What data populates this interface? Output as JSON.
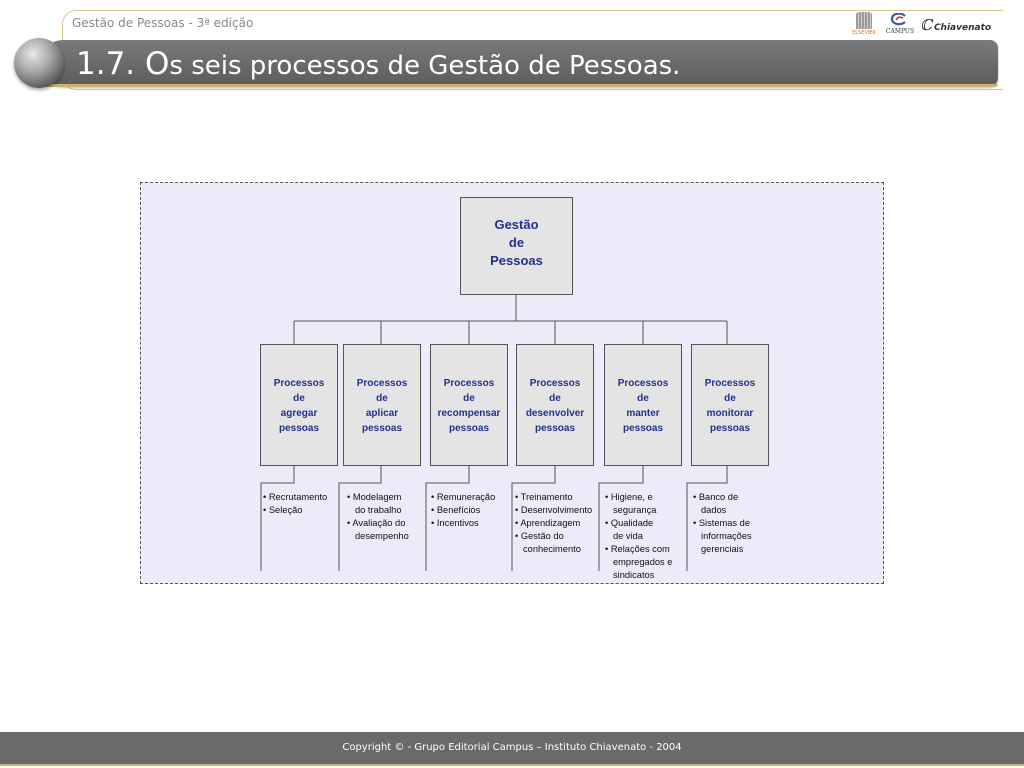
{
  "header": {
    "edition": "Gestão de Pessoas  - 3ª edição",
    "title_prefix": "1.7. O",
    "title_rest": "s seis processos de Gestão de Pessoas."
  },
  "logos": {
    "elsevier": "ELSEVIER",
    "campus": "CAMPUS",
    "chiavenato": "Chiavenato"
  },
  "diagram": {
    "root": "Gestão\nde\nPessoas",
    "processes": [
      {
        "label": "Processos\nde\nagregar\npessoas",
        "items": [
          "• Recrutamento",
          "• Seleção"
        ]
      },
      {
        "label": "Processos\nde\naplicar\npessoas",
        "items": [
          "• Modelagem\ndo trabalho",
          "• Avaliação do\ndesempenho"
        ]
      },
      {
        "label": "Processos\nde\nrecompensar\npessoas",
        "items": [
          "• Remuneração",
          "• Benefícios",
          "• Incentivos"
        ]
      },
      {
        "label": "Processos\nde\ndesenvolver\npessoas",
        "items": [
          "• Treinamento",
          "• Desenvolvimento",
          "• Aprendizagem",
          "• Gestão do\nconhecimento"
        ]
      },
      {
        "label": "Processos\nde\nmanter\npessoas",
        "items": [
          "• Higiene, e\nsegurança",
          "• Qualidade\nde vida",
          "• Relações com\nempregados e\nsindicatos"
        ]
      },
      {
        "label": "Processos\nde\nmonitorar\npessoas",
        "items": [
          "• Banco de\ndados",
          "• Sistemas de\ninformações\ngerenciais"
        ]
      }
    ]
  },
  "footer": {
    "copyright": "Copyright © - Grupo Editorial Campus – Instituto Chiavenato - 2004"
  },
  "colors": {
    "title_bar": "#666666",
    "accent_gold": "#c8b46c",
    "diagram_background": "#ecebf9",
    "box_text": "#23318e"
  }
}
